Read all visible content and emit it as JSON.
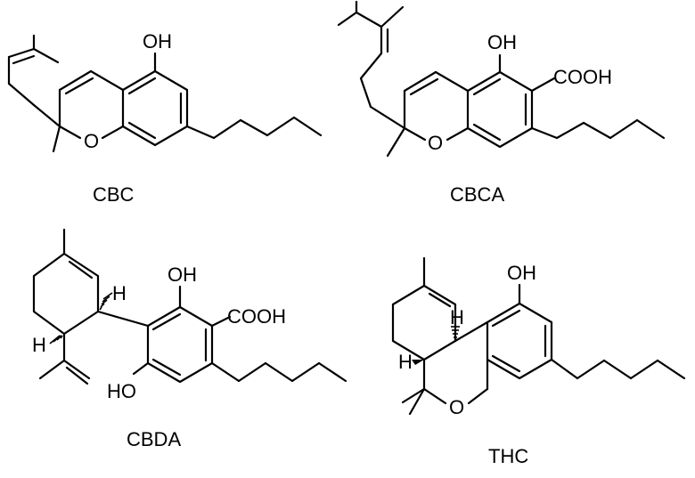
{
  "molecules": [
    {
      "id": "cbc",
      "caption": "CBC",
      "labels": {
        "oh": "OH",
        "o": "O"
      }
    },
    {
      "id": "cbca",
      "caption": "CBCA",
      "labels": {
        "oh": "OH",
        "o": "O",
        "cooh": "COOH"
      }
    },
    {
      "id": "cbda",
      "caption": "CBDA",
      "labels": {
        "oh_top": "OH",
        "oh_bottom": "HO",
        "cooh": "COOH",
        "h1": "H",
        "h2": "H"
      }
    },
    {
      "id": "thc",
      "caption": "THC",
      "labels": {
        "oh": "OH",
        "o": "O",
        "h1": "H",
        "h2": "H"
      }
    }
  ]
}
